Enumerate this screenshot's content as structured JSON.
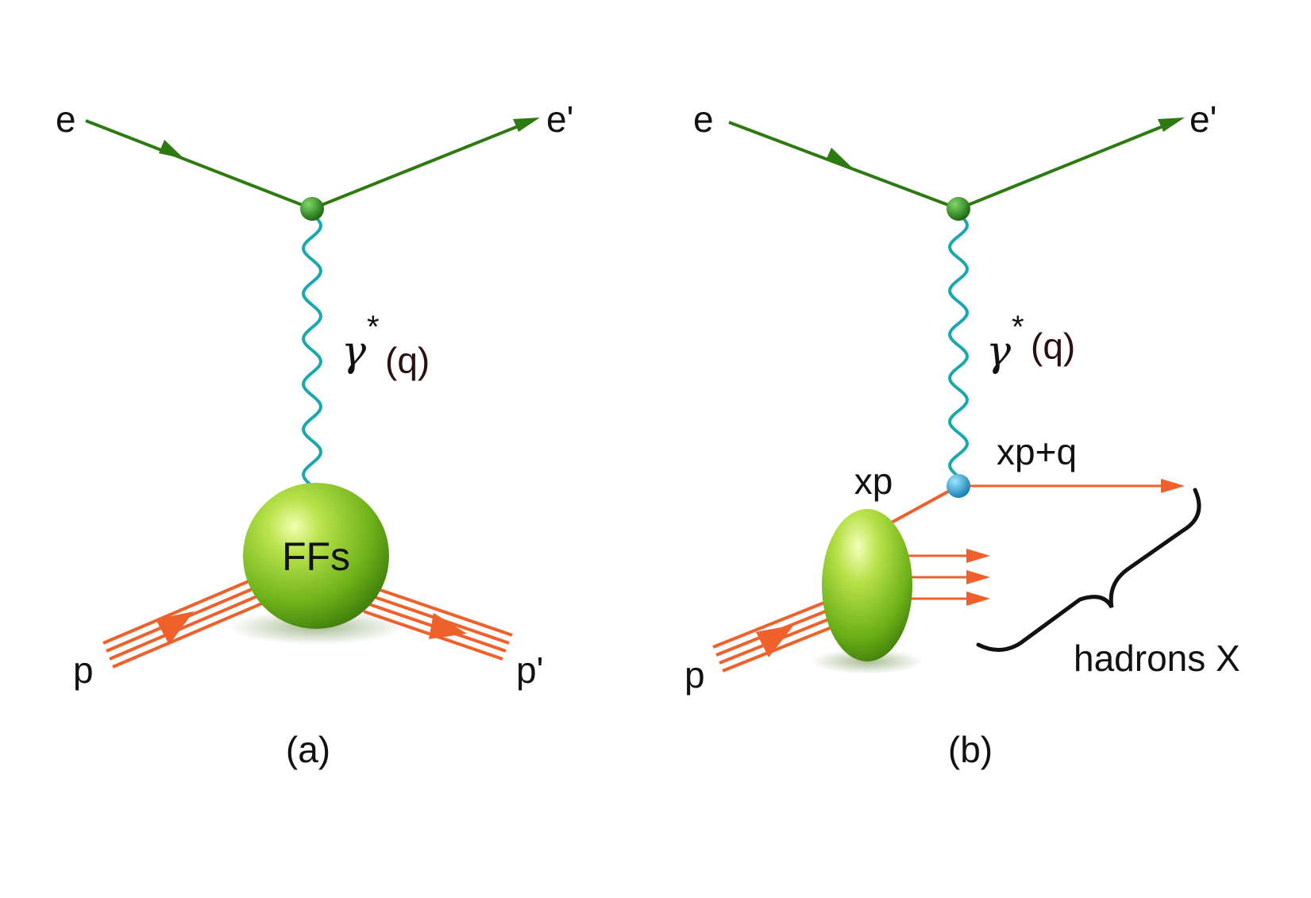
{
  "diagram_a": {
    "electron_in": "e",
    "electron_out": "e'",
    "photon_symbol": "γ",
    "photon_star": "*",
    "photon_momentum": "(q)",
    "blob_label": "FFs",
    "proton_in": "p",
    "proton_out": "p'",
    "caption": "(a)"
  },
  "diagram_b": {
    "electron_in": "e",
    "electron_out": "e'",
    "photon_symbol": "γ",
    "photon_star": "*",
    "photon_momentum": "(q)",
    "parton_label": "xp",
    "struck_label": "xp+q",
    "hadrons_label": "hadrons X",
    "proton_in": "p",
    "caption": "(b)"
  },
  "colors": {
    "electron": "#2d7a12",
    "photon": "#18a9b0",
    "proton": "#f0602a",
    "blob": "#7cc01e",
    "quark_vertex": "#2a9ed8",
    "brace": "#111111"
  }
}
